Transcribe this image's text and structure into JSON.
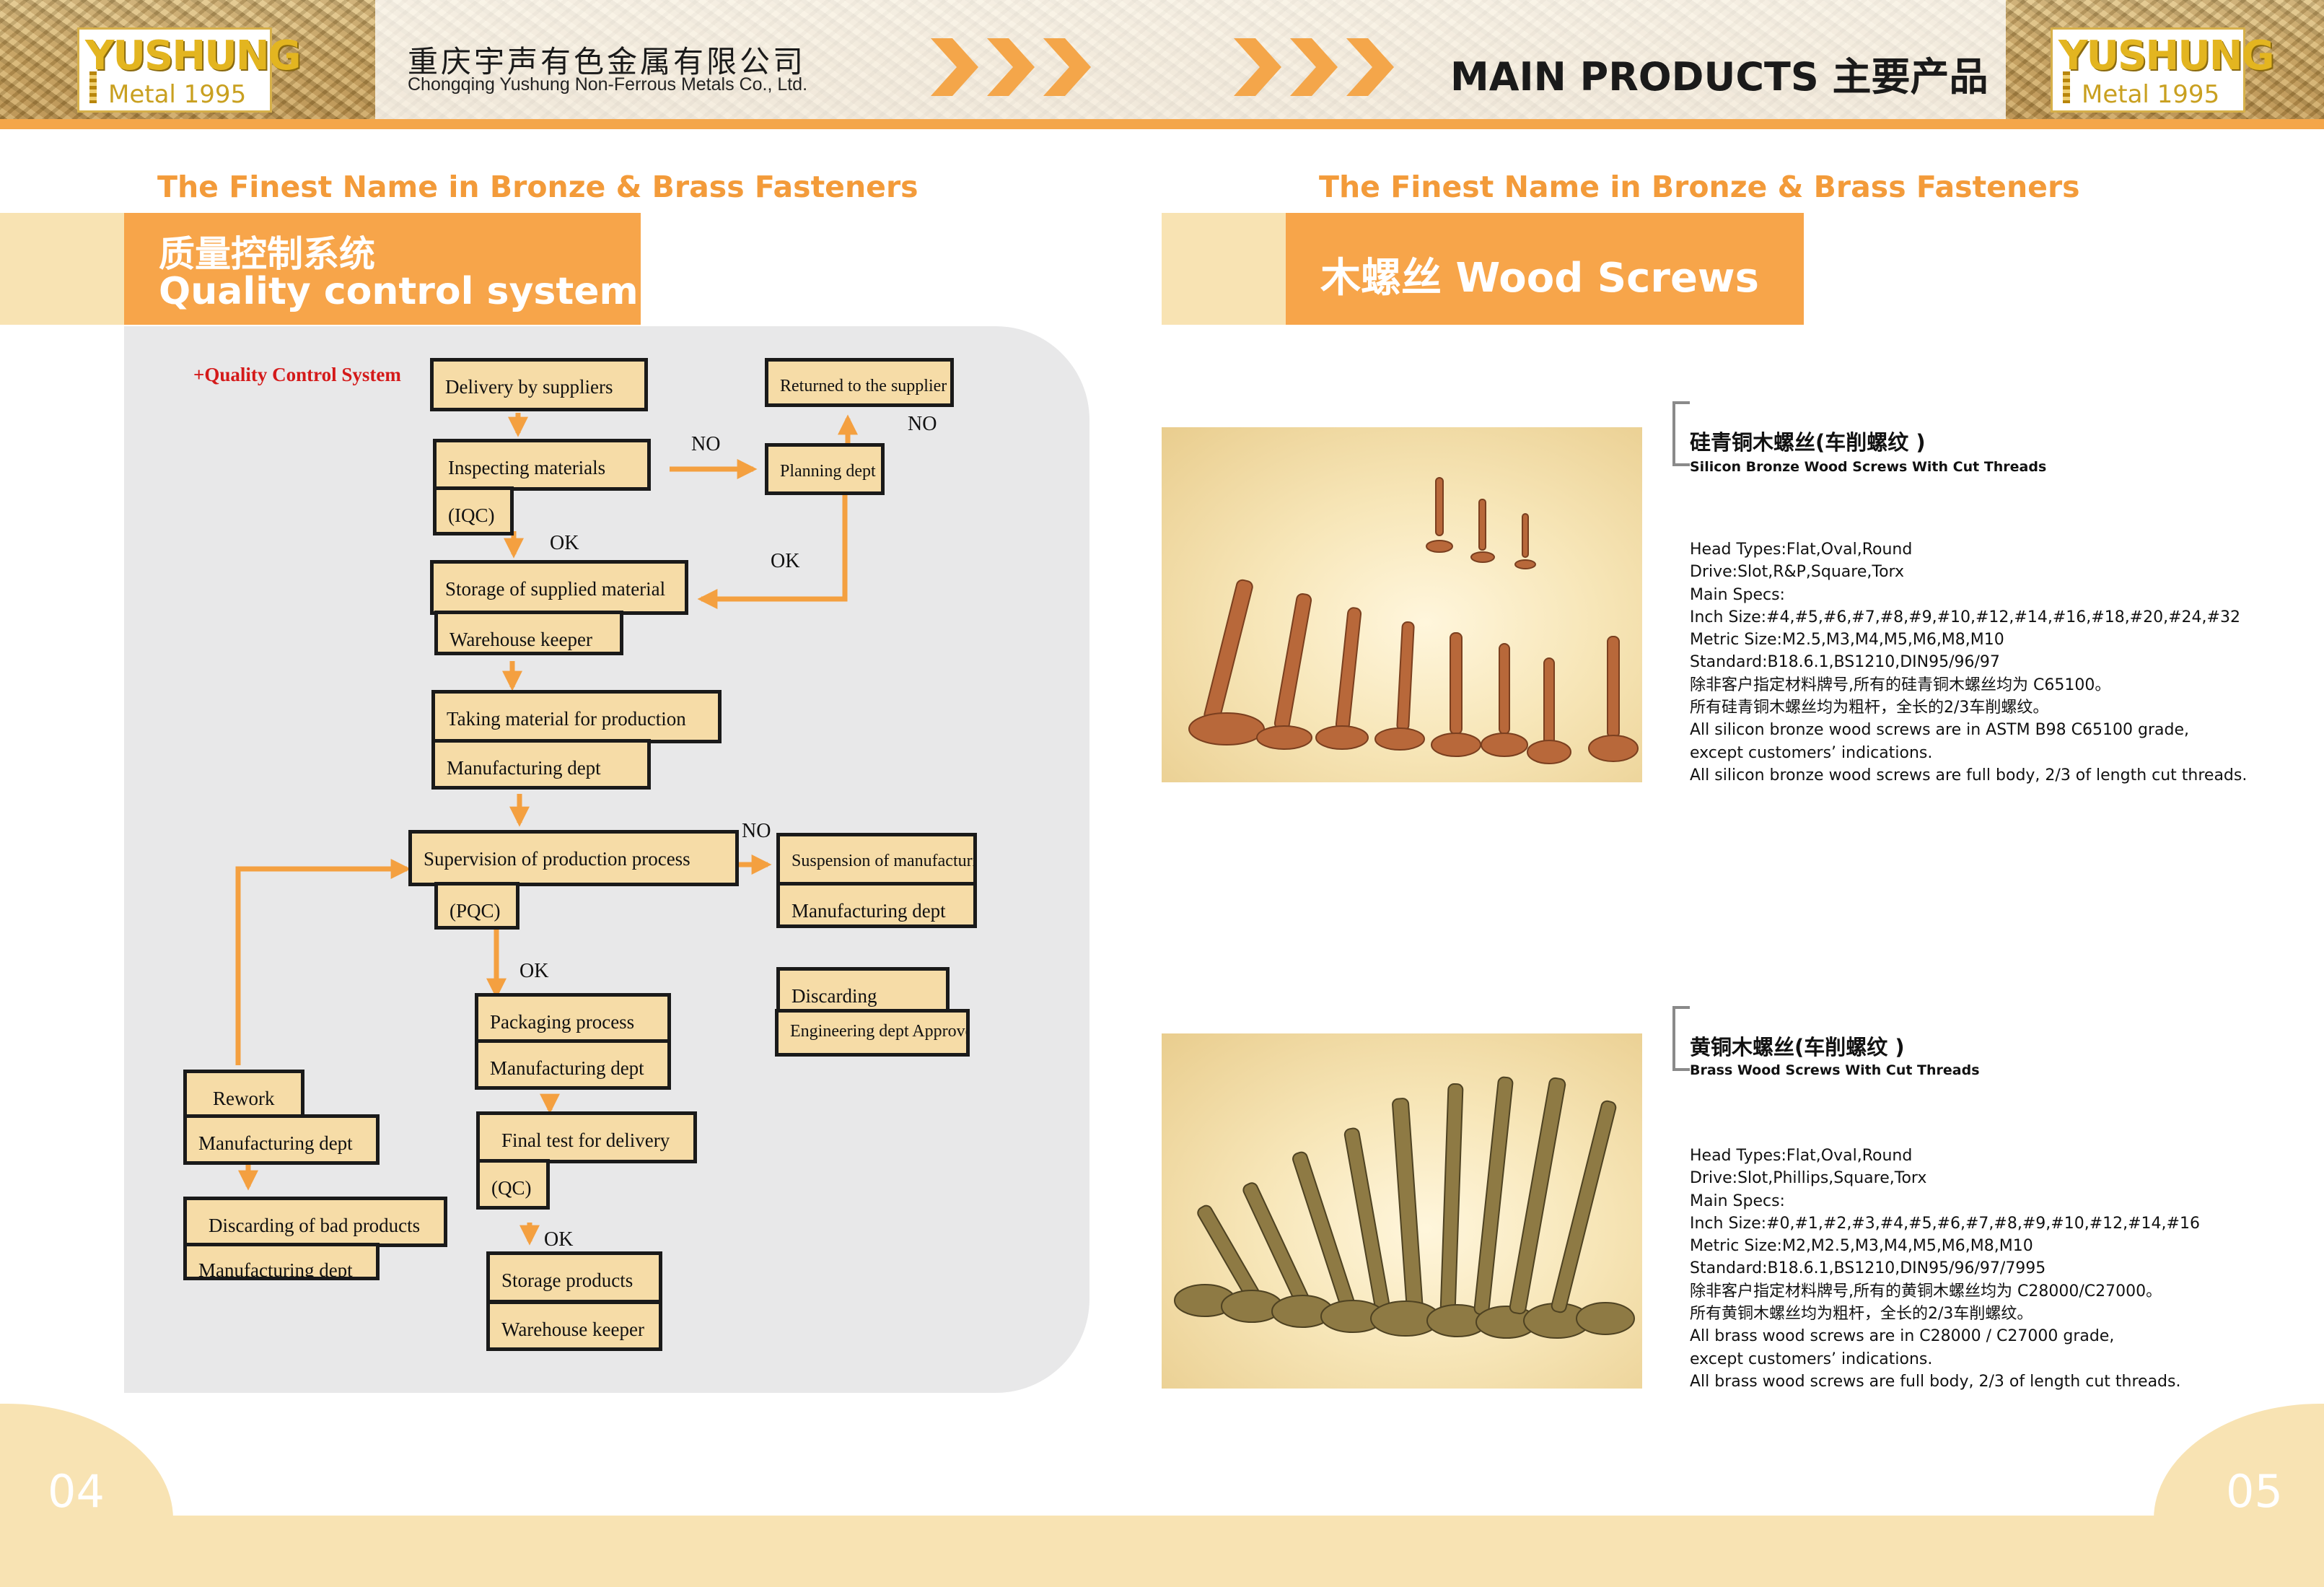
{
  "header": {
    "logo_main": "YUSHUNG",
    "logo_sub": "Metal 1995",
    "company_cn": "重庆宇声有色金属有限公司",
    "company_en": "Chongqing Yushung Non-Ferrous Metals Co., Ltd.",
    "main_products": "MAIN PRODUCTS 主要产品"
  },
  "left_page": {
    "tagline": "The Finest Name in Bronze & Brass Fasteners",
    "title_cn": "质量控制系统",
    "title_en": "Quality control system",
    "page_number": "04",
    "flowchart": {
      "heading": "+Quality Control System",
      "boxes": {
        "delivery": "Delivery by suppliers",
        "returned": "Returned to the supplier",
        "inspecting": "Inspecting materials",
        "iqc": "(IQC)",
        "planning": "Planning dept",
        "storage_supplied": "Storage of supplied material",
        "warehouse_keeper_1": "Warehouse keeper",
        "taking_material": "Taking material for production",
        "manufacturing_1": "Manufacturing dept",
        "supervision": "Supervision of production process",
        "pqc": "(PQC)",
        "suspension": "Suspension of manufacturing",
        "manufacturing_2": "Manufacturing dept",
        "discarding": "Discarding",
        "engineering": "Engineering dept Approved",
        "packaging": "Packaging process",
        "manufacturing_3": "Manufacturing dept",
        "rework": "Rework",
        "manufacturing_4": "Manufacturing dept",
        "final_test": "Final test for delivery",
        "qc": "(QC)",
        "discarding_bad": "Discarding of bad products",
        "manufacturing_5": "Manufacturing dept",
        "storage_products": "Storage products",
        "warehouse_keeper_2": "Warehouse keeper"
      },
      "labels": {
        "no_1": "NO",
        "no_2": "NO",
        "ok_1": "OK",
        "ok_2": "OK",
        "no_3": "NO",
        "ok_3": "OK",
        "ok_4": "OK"
      }
    }
  },
  "right_page": {
    "tagline": "The Finest Name in Bronze & Brass Fasteners",
    "title": "木螺丝 Wood Screws",
    "page_number": "05",
    "products": [
      {
        "name_cn": "硅青铜木螺丝(车削螺纹 )",
        "name_en": "Silicon Bronze Wood Screws With Cut Threads",
        "photo_color": "#b8683a",
        "specs": [
          "Head Types:Flat,Oval,Round",
          "Drive:Slot,R&P,Square,Torx",
          "Main Specs:",
          "Inch Size:#4,#5,#6,#7,#8,#9,#10,#12,#14,#16,#18,#20,#24,#32",
          "Metric Size:M2.5,M3,M4,M5,M6,M8,M10",
          "Standard:B18.6.1,BS1210,DIN95/96/97",
          "除非客户指定材料牌号,所有的硅青铜木螺丝均为 C65100。",
          "所有硅青铜木螺丝均为粗杆，全长的2/3车削螺纹。",
          "All silicon bronze wood screws are in ASTM B98 C65100 grade,",
          "except customers’  indications.",
          "All silicon bronze wood screws are full body, 2/3 of length cut threads."
        ]
      },
      {
        "name_cn": "黄铜木螺丝(车削螺纹 )",
        "name_en": "Brass Wood Screws With Cut Threads",
        "photo_color": "#8e7a44",
        "specs": [
          "Head Types:Flat,Oval,Round",
          "Drive:Slot,Phillips,Square,Torx",
          "Main Specs:",
          "Inch Size:#0,#1,#2,#3,#4,#5,#6,#7,#8,#9,#10,#12,#14,#16",
          "Metric Size:M2,M2.5,M3,M4,M5,M6,M8,M10",
          "Standard:B18.6.1,BS1210,DIN95/96/97/7995",
          "除非客户指定材料牌号,所有的黄铜木螺丝均为 C28000/C27000。",
          "所有黄铜木螺丝均为粗杆，全长的2/3车削螺纹。",
          "All brass wood screws are in C28000 / C27000 grade,",
          "except customers’  indications.",
          " All brass wood screws are full body, 2/3 of length cut threads."
        ]
      }
    ]
  },
  "colors": {
    "accent_orange": "#f7a54a",
    "light_band": "#f8e3b3",
    "box_fill": "#f6dca7",
    "arrow": "#f4a040",
    "heading_red": "#d41a1a"
  }
}
